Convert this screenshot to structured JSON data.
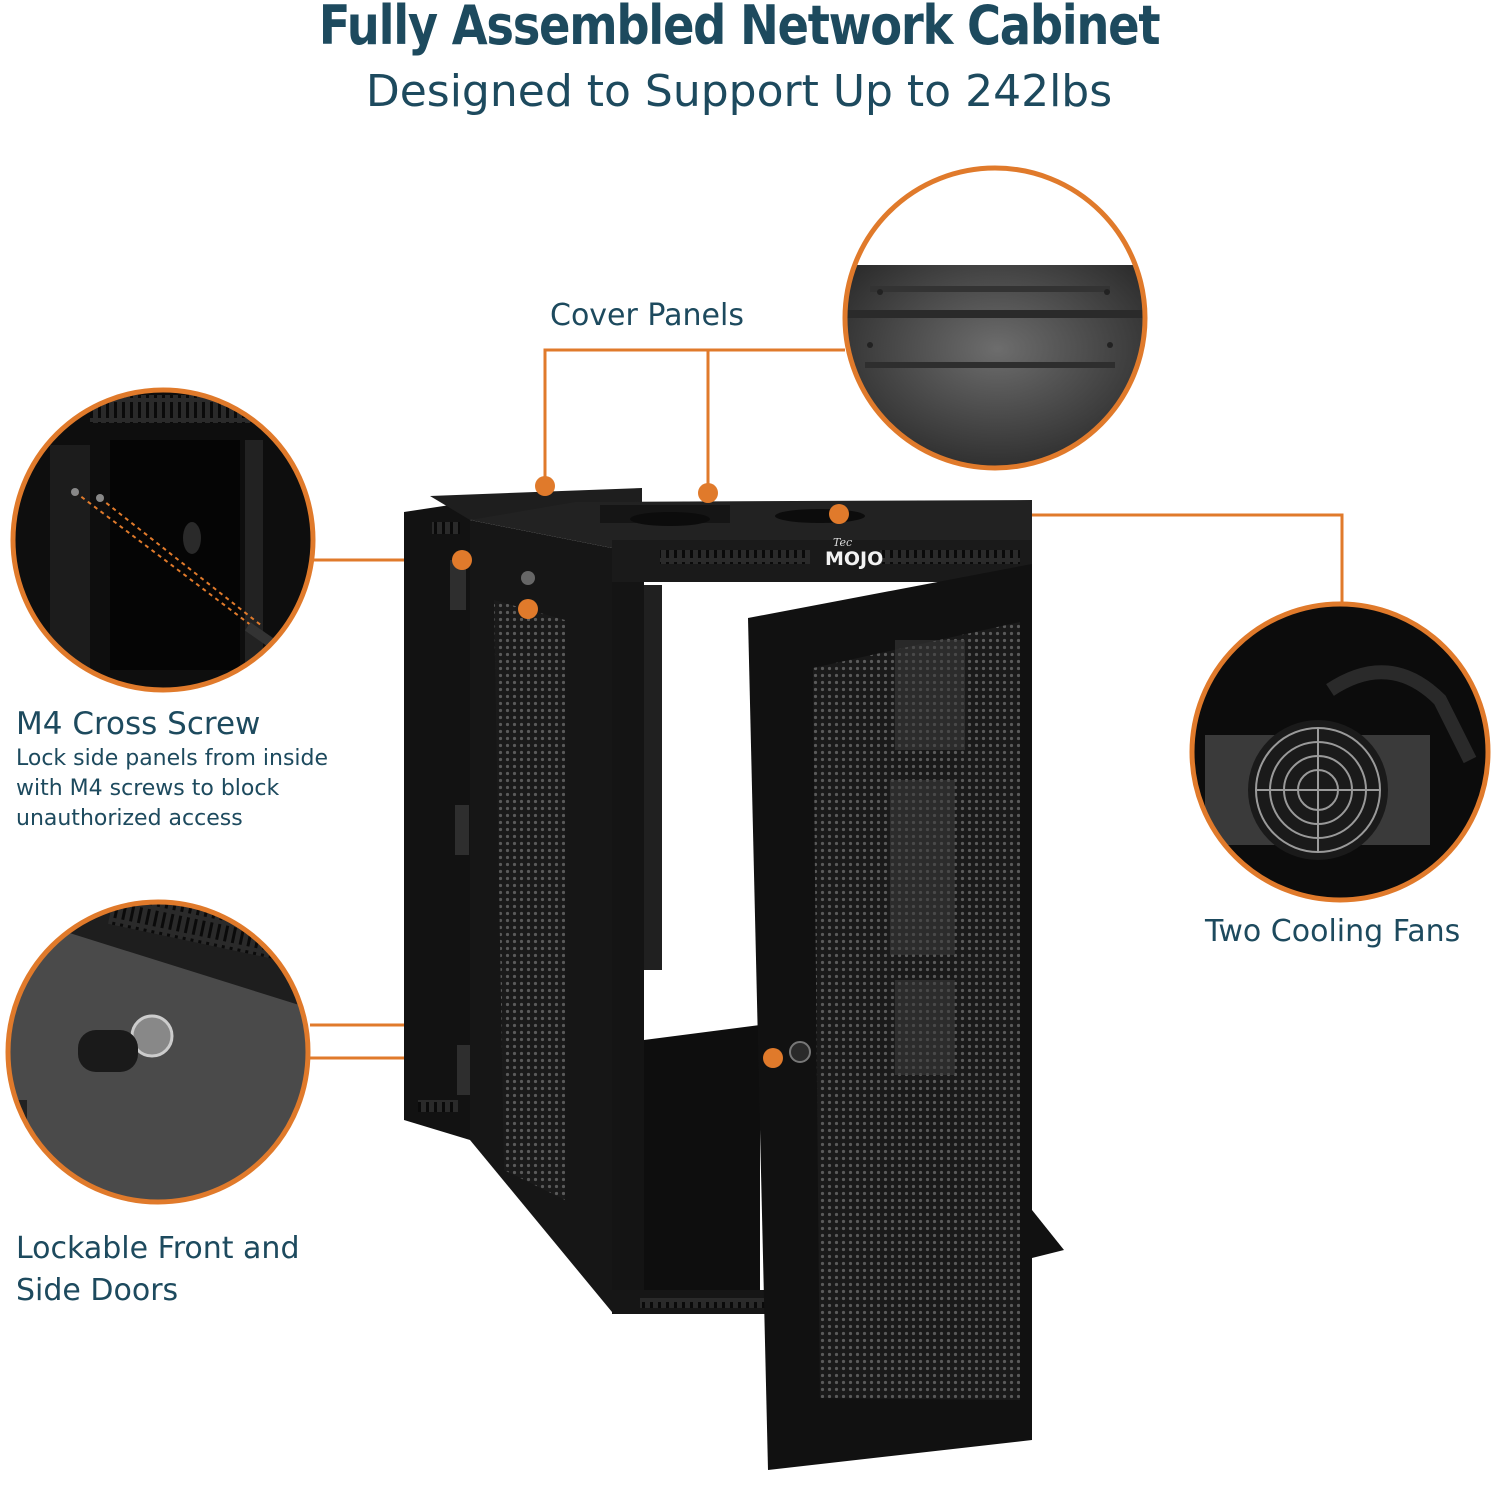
{
  "header": {
    "title": "Fully Assembled Network Cabinet",
    "subtitle": "Designed to Support Up to 242lbs"
  },
  "callouts": {
    "cover_panels": "Cover Panels",
    "cooling_fans": "Two Cooling Fans",
    "screw_title": "M4 Cross Screw",
    "screw_desc": "Lock side panels from inside with M4 screws to block unauthorized access",
    "doors": "Lockable Front and Side Doors"
  },
  "brand": {
    "logo_text": "MOJO",
    "logo_prefix": "Tec"
  },
  "colors": {
    "heading": "#1d4a5e",
    "accent": "#e07a2b",
    "cabinet": "#141414"
  }
}
